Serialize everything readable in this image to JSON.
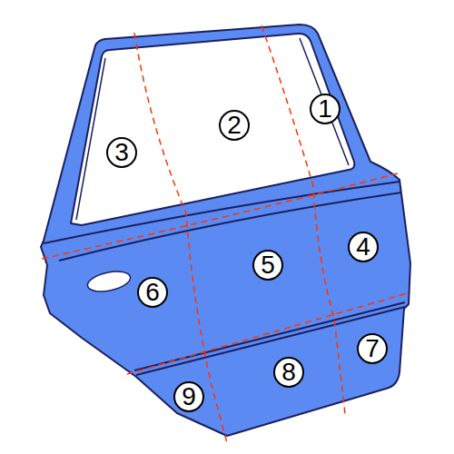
{
  "diagram": {
    "labels": [
      "3",
      "2",
      "1",
      "6",
      "5",
      "4",
      "9",
      "8",
      "7"
    ]
  }
}
